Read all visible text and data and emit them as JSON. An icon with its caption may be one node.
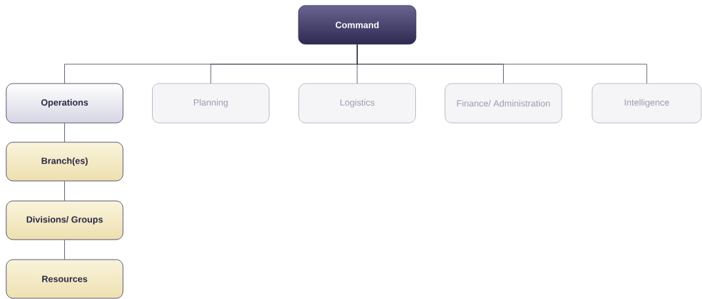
{
  "diagram": {
    "nodes": [
      {
        "text": [
          "Command"
        ]
      },
      {
        "text": [
          "Operations"
        ]
      },
      {
        "text": [
          "Planning"
        ]
      },
      {
        "text": [
          "Logistics"
        ]
      },
      {
        "text": [
          "Finance/ Administration"
        ]
      },
      {
        "text": [
          "Intelligence"
        ]
      },
      {
        "text": [
          "Branch(es)"
        ]
      },
      {
        "text": [
          "Divisions/ Groups"
        ]
      },
      {
        "text": [
          "Resources"
        ]
      }
    ],
    "edges": [
      {
        "from": 0,
        "to": 1,
        "arrow": "none"
      },
      {
        "from": 0,
        "to": 2,
        "arrow": "none"
      },
      {
        "from": 0,
        "to": 3,
        "arrow": "none"
      },
      {
        "from": 0,
        "to": 4,
        "arrow": "none"
      },
      {
        "from": 0,
        "to": 5,
        "arrow": "none"
      },
      {
        "from": 1,
        "to": 6,
        "arrow": "none"
      },
      {
        "from": 6,
        "to": 7,
        "arrow": "none"
      },
      {
        "from": 7,
        "to": 8,
        "arrow": "none"
      }
    ]
  }
}
